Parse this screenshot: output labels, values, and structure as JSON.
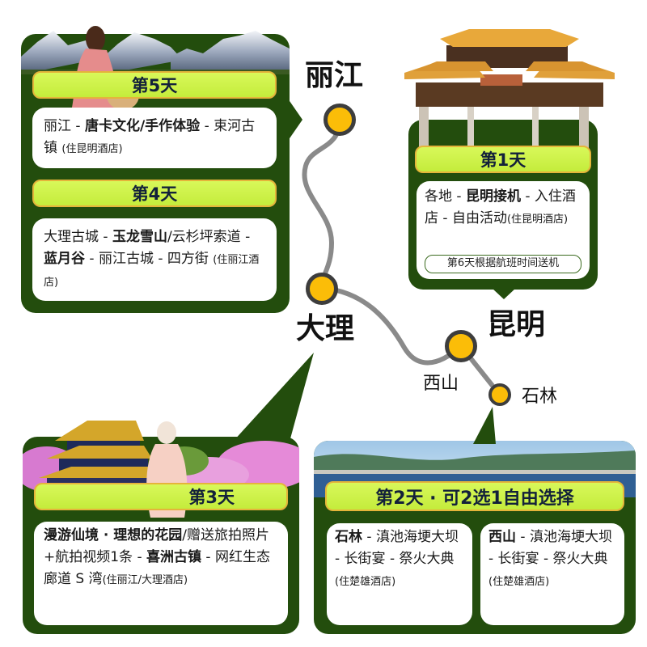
{
  "map": {
    "cities": {
      "lijiang": "丽江",
      "dali": "大理",
      "kunming": "昆明",
      "xishan": "西山",
      "shilin": "石林"
    }
  },
  "days": {
    "day5": {
      "tab": "第5天",
      "segments": [
        {
          "text": "丽江 - ",
          "bold": false
        },
        {
          "text": "唐卡文化/手作体验",
          "bold": true
        },
        {
          "text": " - 束河古镇 ",
          "bold": false
        },
        {
          "text": "(住昆明酒店)",
          "small": true
        }
      ]
    },
    "day4": {
      "tab": "第4天",
      "segments": [
        {
          "text": "大理古城 - ",
          "bold": false
        },
        {
          "text": "玉龙雪山",
          "bold": true
        },
        {
          "text": "/云杉坪索道 - ",
          "bold": false
        },
        {
          "text": "蓝月谷",
          "bold": true
        },
        {
          "text": " - 丽江古城 - 四方街 ",
          "bold": false
        },
        {
          "text": "(住丽江酒店)",
          "small": true
        }
      ]
    },
    "day1": {
      "tab": "第1天",
      "segments": [
        {
          "text": "各地 - ",
          "bold": false
        },
        {
          "text": "昆明接机",
          "bold": true
        },
        {
          "text": " - 入住酒店 - 自由活动",
          "bold": false
        },
        {
          "text": "(住昆明酒店)",
          "small": true
        }
      ],
      "note": "第6天根据航班时间送机"
    },
    "day3": {
      "tab": "第3天",
      "segments": [
        {
          "text": "漫游仙境 · 理想的花园",
          "bold": true
        },
        {
          "text": "/赠送旅拍照片+航拍视频1条 - ",
          "bold": false
        },
        {
          "text": "喜洲古镇",
          "bold": true
        },
        {
          "text": " - 网红生态廊道 S 湾",
          "bold": false
        },
        {
          "text": "(住丽江/大理酒店)",
          "small": true
        }
      ]
    },
    "day2": {
      "tab": "第2天 · 可2选1自由选择",
      "option_a": {
        "segments": [
          {
            "text": "石林",
            "bold": true
          },
          {
            "text": " - 滇池海埂大坝 - 长街宴 - 祭火大典",
            "bold": false
          },
          {
            "text": "(住楚雄酒店)",
            "small": true
          }
        ]
      },
      "option_b": {
        "segments": [
          {
            "text": "西山",
            "bold": true
          },
          {
            "text": " - 滇池海埂大坝 - 长街宴 - 祭火大典",
            "bold": false
          },
          {
            "text": "(住楚雄酒店)",
            "small": true
          }
        ]
      }
    }
  },
  "colors": {
    "panel_green": "#234d0d",
    "tab_yellow_green": "#ccf04a",
    "tab_border": "#e5b43a",
    "dot_yellow": "#fbbd08",
    "dot_ring": "#3d3d3d",
    "route_gray": "#8a8a8a"
  }
}
